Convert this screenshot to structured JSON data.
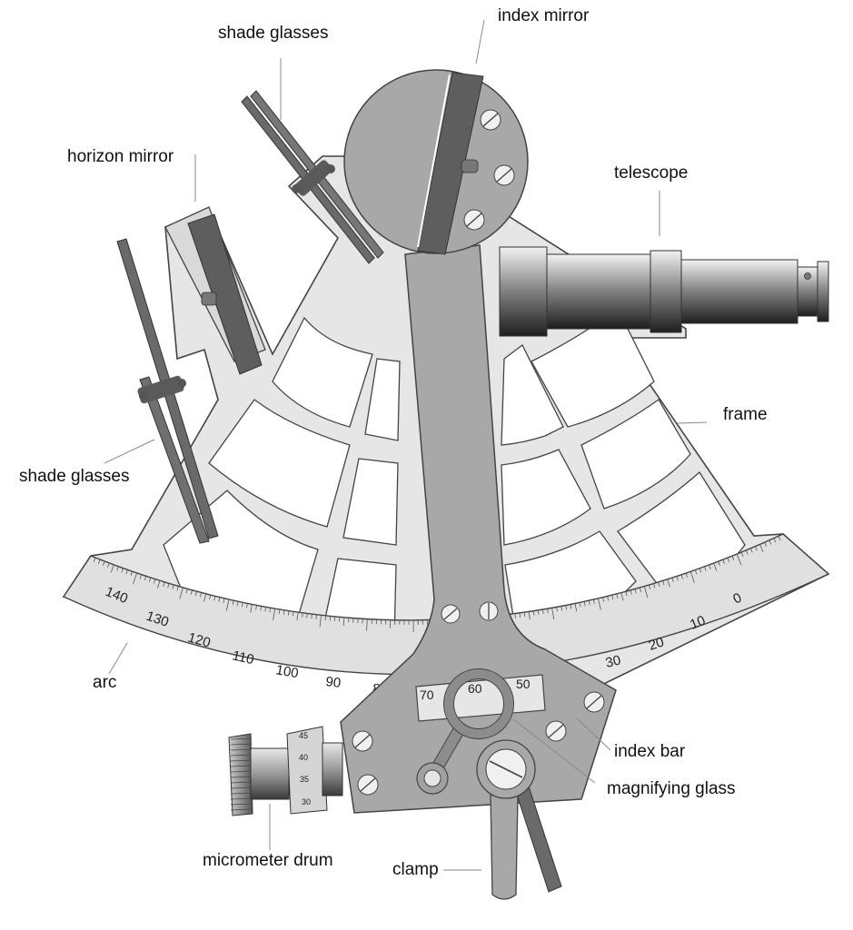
{
  "labels": {
    "index_mirror": "index mirror",
    "shade_glasses_top": "shade glasses",
    "horizon_mirror": "horizon mirror",
    "telescope": "telescope",
    "frame": "frame",
    "shade_glasses_left": "shade glasses",
    "arc": "arc",
    "index_bar": "index bar",
    "magnifying_glass": "magnifying glass",
    "micrometer_drum": "micrometer drum",
    "clamp": "clamp"
  },
  "arc_scale": [
    "140",
    "130",
    "120",
    "110",
    "100",
    "90",
    "80",
    "30",
    "20",
    "10",
    "0"
  ],
  "vernier_scale": [
    "70",
    "60",
    "50"
  ],
  "drum_scale": [
    "45",
    "40",
    "35",
    "30"
  ],
  "colors": {
    "frame_fill": "#e6e6e6",
    "frame_stroke": "#444444",
    "index_arm": "#a8a8a8",
    "mirror_dark": "#5e5e5e",
    "shade_glass": "#6a6a6a",
    "pillar": "#2f2f2f",
    "label_text": "#111111",
    "leader_line": "#8a8a8a"
  }
}
